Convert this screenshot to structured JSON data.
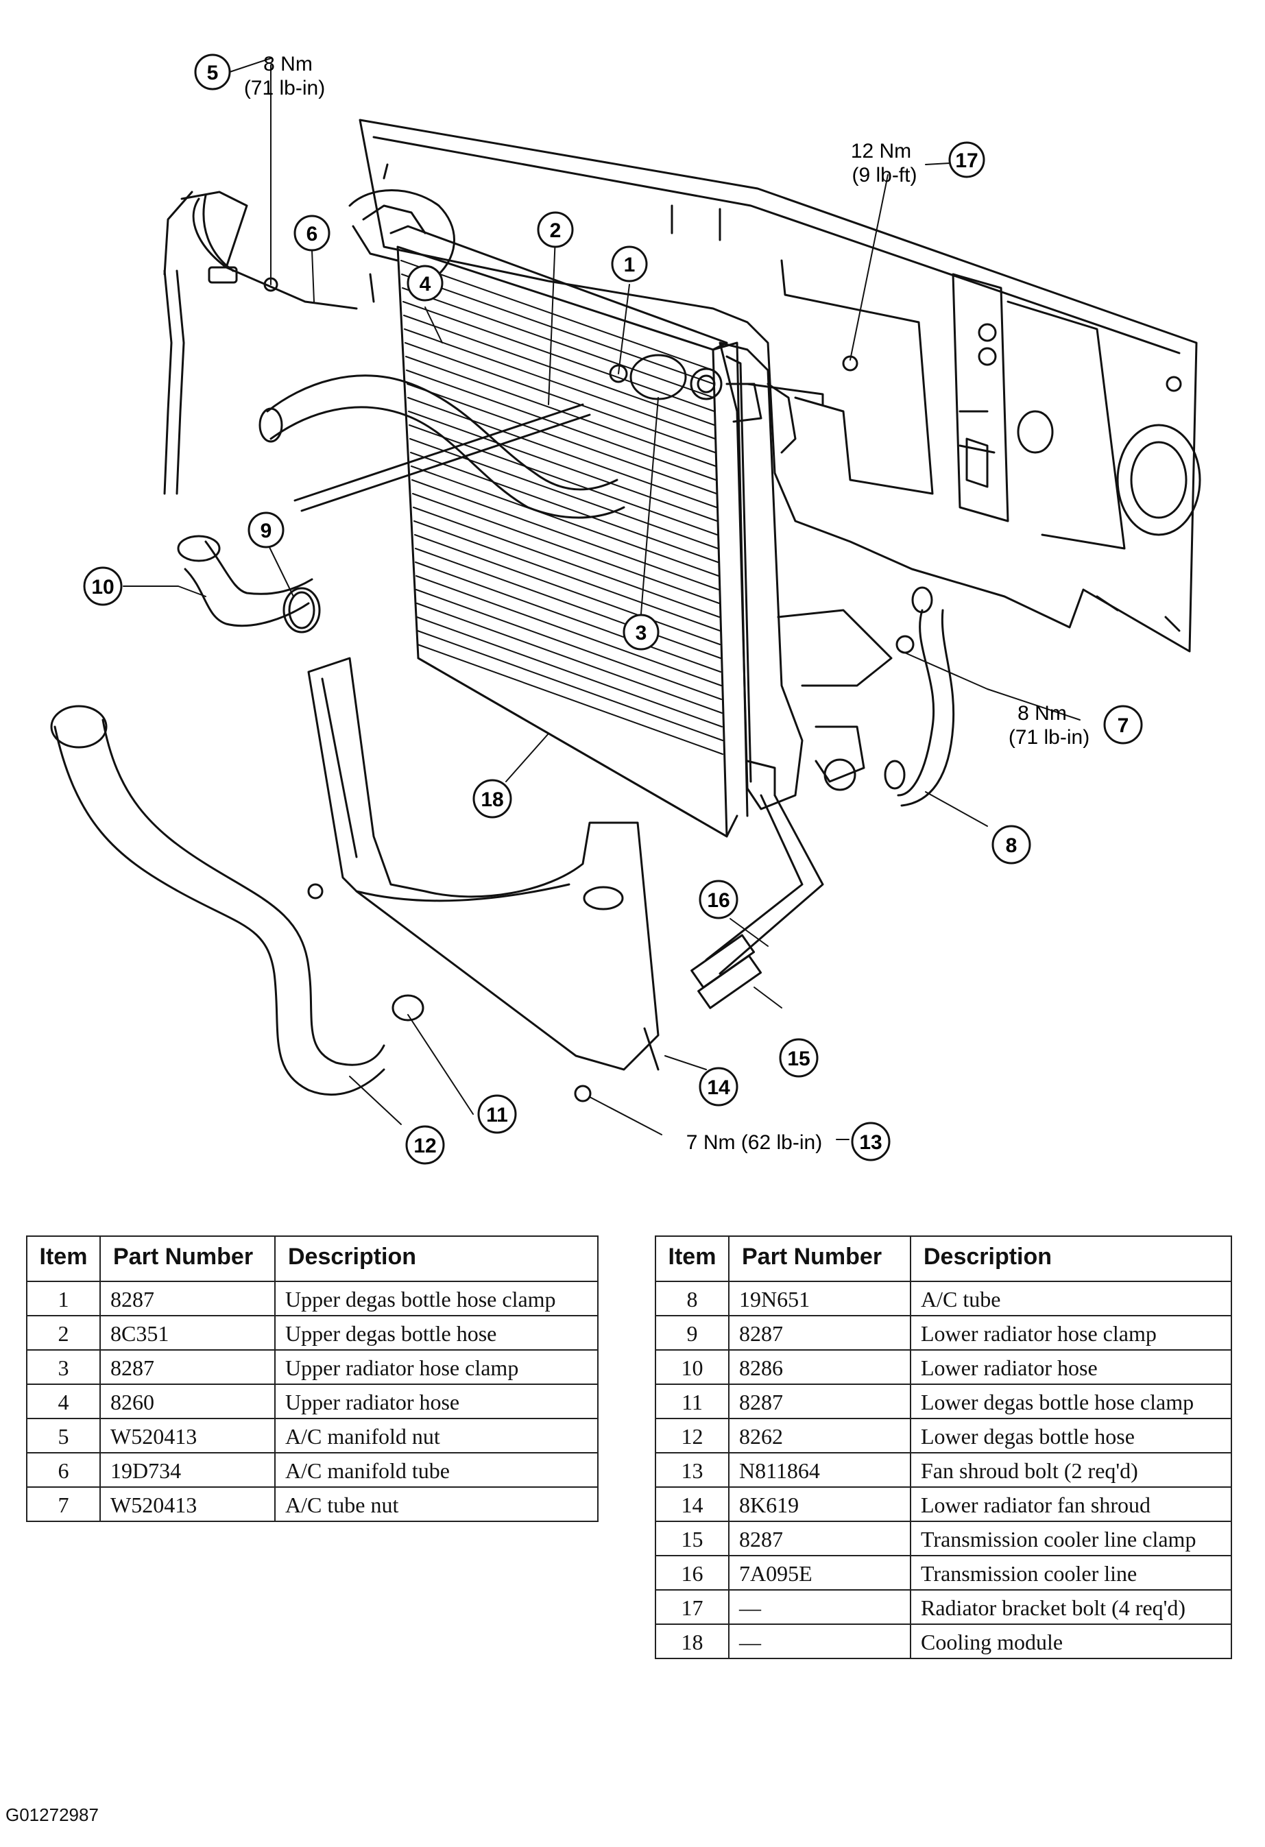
{
  "callouts": {
    "c1": "1",
    "c2": "2",
    "c3": "3",
    "c4": "4",
    "c5": "5",
    "c6": "6",
    "c7": "7",
    "c8": "8",
    "c9": "9",
    "c10": "10",
    "c11": "11",
    "c12": "12",
    "c13": "13",
    "c14": "14",
    "c15": "15",
    "c16": "16",
    "c17": "17",
    "c18": "18"
  },
  "torque_specs": {
    "item5": {
      "line1": "8 Nm",
      "line2": "(71 lb-in)"
    },
    "item17": {
      "line1": "12 Nm",
      "line2": "(9 lb-ft)"
    },
    "item7": {
      "line1": "8 Nm",
      "line2": "(71 lb-in)"
    },
    "item13": {
      "line1": "7 Nm (62 lb-in)"
    }
  },
  "table_headers": {
    "item": "Item",
    "part_number": "Part Number",
    "description": "Description"
  },
  "parts_left": [
    {
      "item": "1",
      "part": "8287",
      "desc": "Upper degas bottle hose clamp"
    },
    {
      "item": "2",
      "part": "8C351",
      "desc": "Upper degas bottle hose"
    },
    {
      "item": "3",
      "part": "8287",
      "desc": "Upper radiator hose clamp"
    },
    {
      "item": "4",
      "part": "8260",
      "desc": "Upper radiator hose"
    },
    {
      "item": "5",
      "part": "W520413",
      "desc": "A/C manifold nut"
    },
    {
      "item": "6",
      "part": "19D734",
      "desc": "A/C manifold tube"
    },
    {
      "item": "7",
      "part": "W520413",
      "desc": "A/C tube nut"
    }
  ],
  "parts_right": [
    {
      "item": "8",
      "part": "19N651",
      "desc": "A/C tube"
    },
    {
      "item": "9",
      "part": "8287",
      "desc": "Lower radiator hose clamp"
    },
    {
      "item": "10",
      "part": "8286",
      "desc": "Lower radiator hose"
    },
    {
      "item": "11",
      "part": "8287",
      "desc": "Lower degas bottle hose clamp"
    },
    {
      "item": "12",
      "part": "8262",
      "desc": "Lower degas bottle hose"
    },
    {
      "item": "13",
      "part": "N811864",
      "desc": "Fan shroud bolt (2 req'd)"
    },
    {
      "item": "14",
      "part": "8K619",
      "desc": "Lower radiator fan shroud"
    },
    {
      "item": "15",
      "part": "8287",
      "desc": "Transmission cooler line clamp"
    },
    {
      "item": "16",
      "part": "7A095E",
      "desc": "Transmission cooler line"
    },
    {
      "item": "17",
      "part": "—",
      "desc": "Radiator bracket bolt (4 req'd)"
    },
    {
      "item": "18",
      "part": "—",
      "desc": "Cooling module"
    }
  ],
  "figure_id": "G01272987"
}
